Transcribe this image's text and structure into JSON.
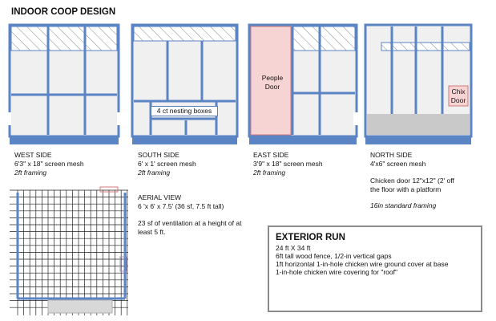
{
  "title": "INDOOR COOP DESIGN",
  "colors": {
    "framing": "#5b84c4",
    "panel": "#f0f0f0",
    "mesh_hatch": "#888888",
    "people_door": "#f7d4d4",
    "people_door_border": "#d07a7a",
    "floor_gray": "#c9c9c9",
    "run_border": "#8a8a8a"
  },
  "west": {
    "label": "WEST SIDE",
    "line1": "6'3\" x 18\" screen mesh",
    "framing": "2ft framing"
  },
  "south": {
    "label": "SOUTH SIDE",
    "line1": "6' x 1' screen mesh",
    "framing": "2ft framing",
    "nesting": "4 ct nesting boxes"
  },
  "east": {
    "label": "EAST SIDE",
    "line1": "3'9\" x 18\" screen mesh",
    "framing": "2ft framing",
    "door": [
      "People",
      "Door"
    ]
  },
  "north": {
    "label": "NORTH SIDE",
    "line1": "4'x6\" screen mesh",
    "chicken_door": [
      "Chicken door 12\"x12\" (2' off",
      "the floor with a platform"
    ],
    "framing": "16in standard framing",
    "chix_door": [
      "Chix",
      "Door"
    ]
  },
  "aerial": {
    "label": "AERIAL VIEW",
    "dims": "6 'x 6' x 7.5' (36 sf, 7.5 ft tall)",
    "vent": [
      "23 sf of ventilation at a height of at",
      "least 5 ft."
    ]
  },
  "run": {
    "title": "EXTERIOR RUN",
    "lines": [
      "24 ft X 34 ft",
      "6ft tall wood fence, 1/2-in vertical gaps",
      "1ft horizontal 1-in-hole chicken wire ground cover at base",
      "1-in-hole chicken wire covering for \"roof\""
    ]
  }
}
